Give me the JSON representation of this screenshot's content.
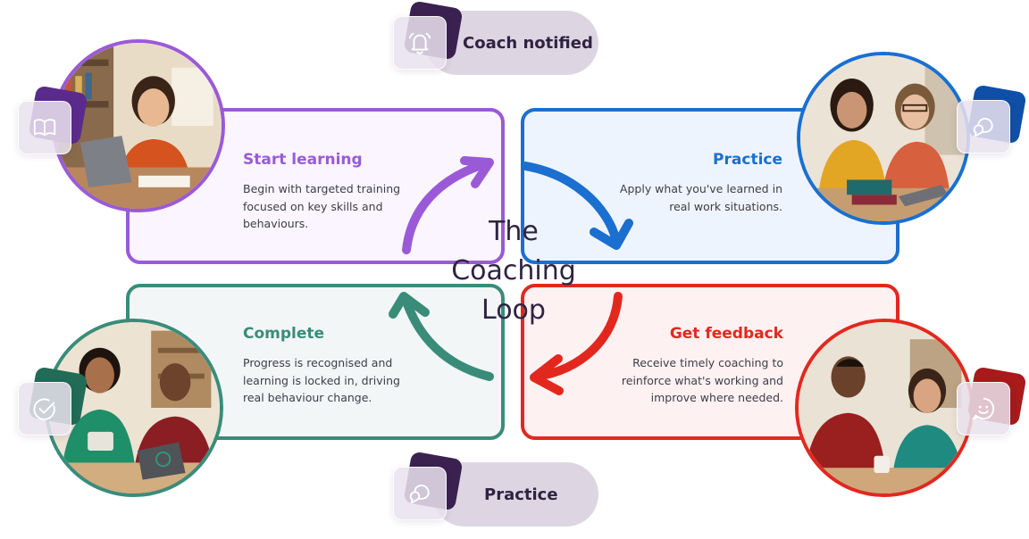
{
  "title": {
    "line1": "The",
    "line2": "Coaching",
    "line3": "Loop"
  },
  "steps": {
    "start": {
      "title": "Start learning",
      "description": "Begin with targeted training focused on key skills and behaviours.",
      "color": "#9a5ad8",
      "icon": "book-icon"
    },
    "practice": {
      "title": "Practice",
      "description": "Apply what you've learned in real work situations.",
      "color": "#1a6fd0",
      "icon": "chat-bubble-icon"
    },
    "complete": {
      "title": "Complete",
      "description": "Progress is recognised and learning is locked in, driving real behaviour change.",
      "color": "#3a8c7a",
      "icon": "check-circle-icon"
    },
    "feedback": {
      "title": "Get feedback",
      "description": "Receive timely coaching to reinforce what's working and improve where needed.",
      "color": "#e2281e",
      "icon": "smile-chat-icon"
    }
  },
  "pills": {
    "coach_notified": {
      "label": "Coach notified",
      "icon": "bell-icon"
    },
    "practice": {
      "label": "Practice",
      "icon": "chat-bubble-icon"
    }
  }
}
